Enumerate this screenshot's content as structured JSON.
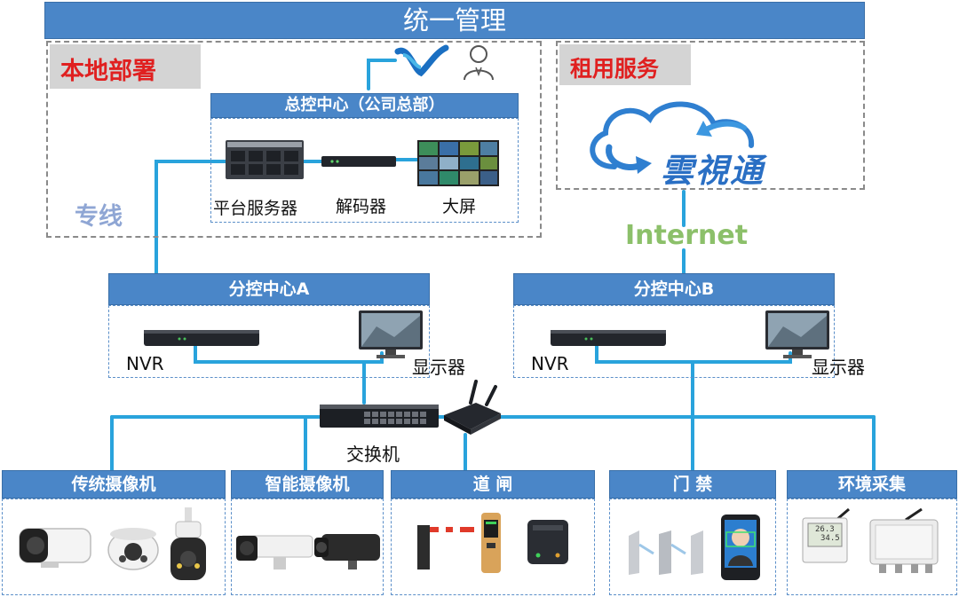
{
  "title": "统一管理",
  "local": {
    "title": "本地部署",
    "line_label": "专线",
    "center_title": "总控中心（公司总部）",
    "server_label": "平台服务器",
    "decoder_label": "解码器",
    "screen_label": "大屏"
  },
  "rental": {
    "title": "租用服务",
    "logo_text": "雲視通",
    "internet_label": "Internet"
  },
  "branch_a": {
    "title": "分控中心A",
    "nvr_label": "NVR",
    "monitor_label": "显示器"
  },
  "branch_b": {
    "title": "分控中心B",
    "nvr_label": "NVR",
    "monitor_label": "显示器"
  },
  "switch_label": "交换机",
  "devices": [
    {
      "title": "传统摄像机"
    },
    {
      "title": "智能摄像机"
    },
    {
      "title": "道 闸"
    },
    {
      "title": "门 禁"
    },
    {
      "title": "环境采集"
    }
  ],
  "sensor_readings": {
    "temp": "26.3",
    "humidity": "34.5"
  },
  "colors": {
    "bar_blue": "#4a86c8",
    "cable_blue": "#29a3dc",
    "red_title": "#e02020",
    "gray_box": "#d4d4d4",
    "internet_green": "#8cc06a",
    "line_label_blue": "#8fa6d4"
  }
}
